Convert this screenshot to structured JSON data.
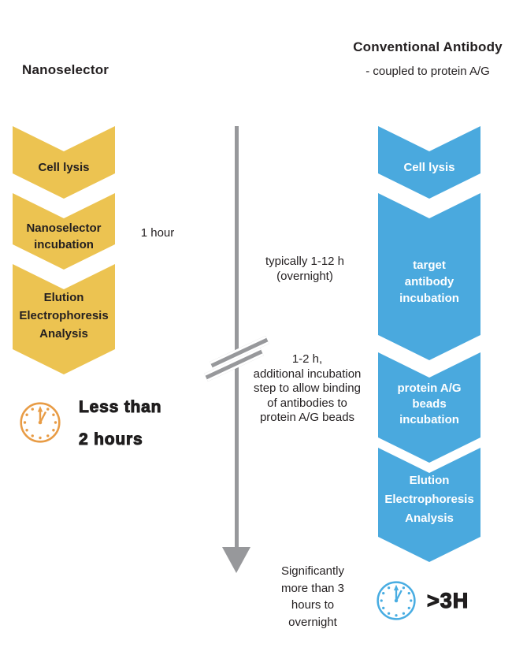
{
  "left": {
    "title": "Nanoselector",
    "steps": [
      "Cell lysis",
      "Nanoselector\nincubation",
      "Elution\nElectrophoresis\nAnalysis"
    ],
    "duration_note": "1 hour",
    "total_time": "Less than\n2 hours",
    "accent_color": "#ECC351",
    "clock_color": "#E89C46",
    "clock_icon": "clock-face"
  },
  "right": {
    "title": "Conventional Antibody",
    "subtitle": "- coupled to protein A/G",
    "steps": [
      "Cell lysis",
      "target\nantibody\nincubation",
      "protein A/G\nbeads\nincubation",
      "Elution\nElectrophoresis\nAnalysis"
    ],
    "total_time": ">3H",
    "accent_color": "#4AA9DE",
    "clock_color": "#49ADE2",
    "clock_icon": "clock-face"
  },
  "timeline": {
    "arrow_color": "#97989B",
    "annotations": [
      "typically 1-12 h\n(overnight)",
      "1-2 h,\nadditional incubation\nstep to allow binding\nof antibodies to\nprotein A/G beads",
      "Significantly\nmore than 3\nhours to\novernight"
    ]
  }
}
